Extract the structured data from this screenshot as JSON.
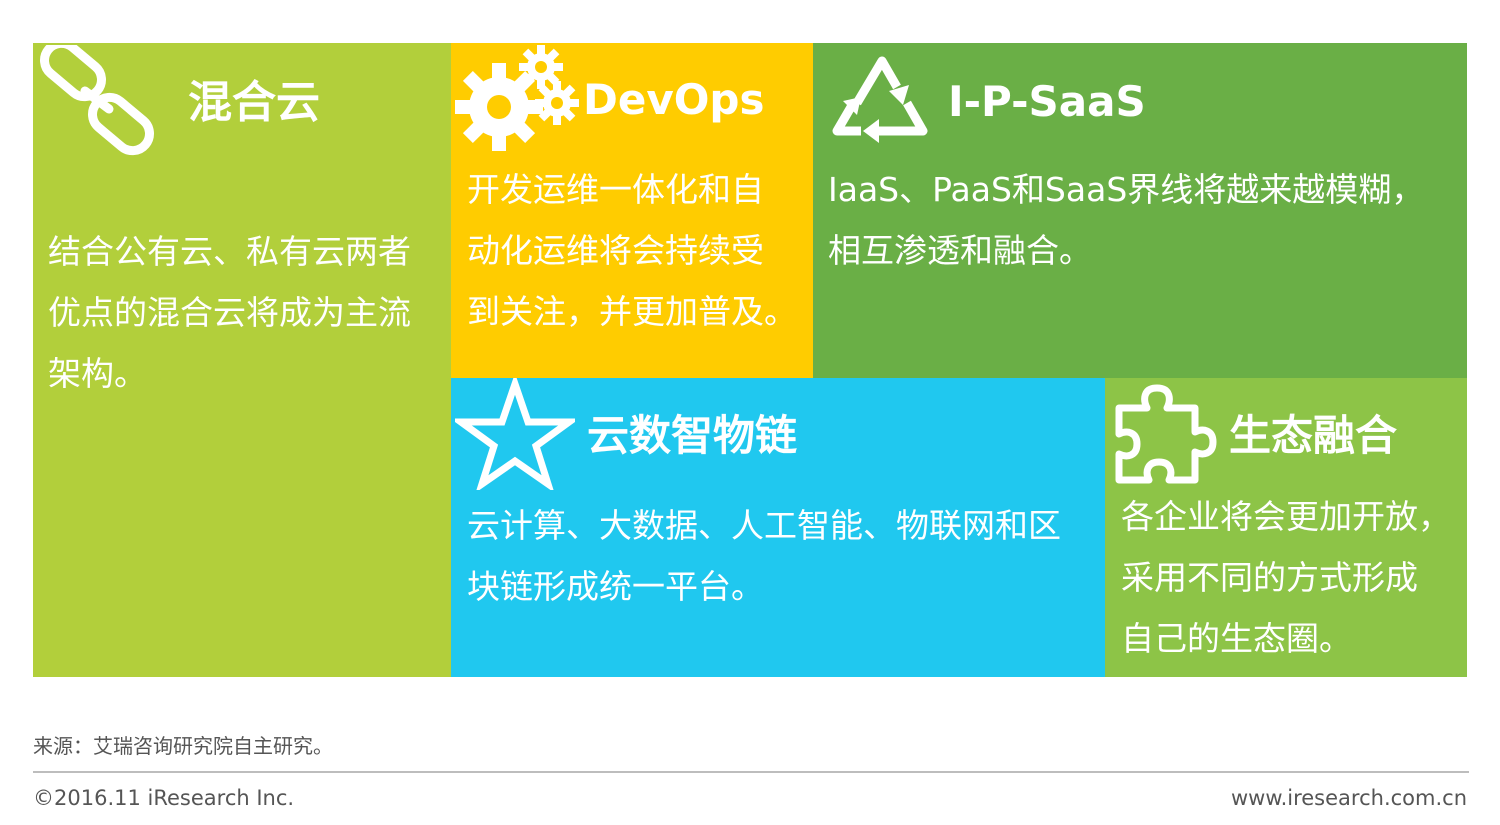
{
  "tiles": {
    "hybrid": {
      "title": "混合云",
      "body": [
        "结合公有云、私有云两者",
        "优点的混合云将成为主流",
        "架构。"
      ],
      "icon": "chain-link-icon",
      "color": "#b2cf3b"
    },
    "devops": {
      "title": "DevOps",
      "body": [
        "开发运维一体化和自",
        "动化运维将会持续受",
        "到关注，并更加普及。"
      ],
      "icon": "gears-icon",
      "color": "#ffcc00"
    },
    "ipsaas": {
      "title": "I-P-SaaS",
      "body": [
        "IaaS、PaaS和SaaS界线将越来越模糊，",
        "相互渗透和融合。"
      ],
      "icon": "recycle-icon",
      "color": "#6aaf46"
    },
    "cloud": {
      "title": "云数智物链",
      "body": [
        "云计算、大数据、人工智能、物联网和区",
        "块链形成统一平台。"
      ],
      "icon": "star-icon",
      "color": "#20c8ef"
    },
    "eco": {
      "title": "生态融合",
      "body": [
        "各企业将会更加开放，",
        "采用不同的方式形成",
        "自己的生态圈。"
      ],
      "icon": "puzzle-piece-icon",
      "color": "#8dc447"
    }
  },
  "footer": {
    "source": "来源：艾瑞咨询研究院自主研究。",
    "copyright": "©2016.11 iResearch Inc.",
    "website": "www.iresearch.com.cn"
  }
}
